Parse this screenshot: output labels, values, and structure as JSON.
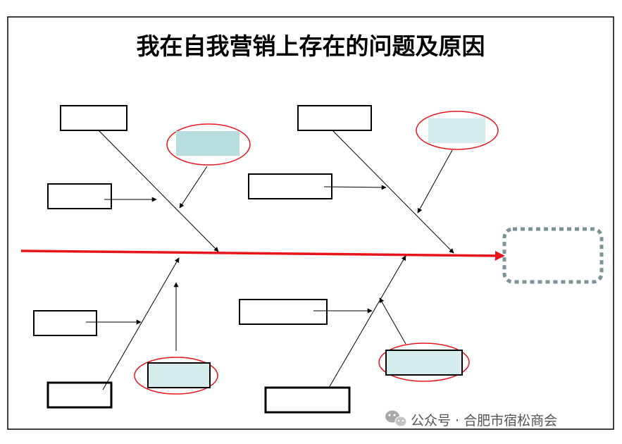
{
  "title": "我在自我营销上存在的问题及原因",
  "watermark": {
    "text": "公众号 · 合肥市宿松商会",
    "icon": "wechat-icon"
  },
  "colors": {
    "spine": "#e8141b",
    "highlight_ellipse": "#e8141b",
    "fill_dark": "#b9dcde",
    "fill_light": "#d6ecec",
    "head_border": "#7a9498",
    "box_border": "#000000"
  },
  "head_box": {
    "style": "dotted-rounded",
    "text": ""
  }
}
